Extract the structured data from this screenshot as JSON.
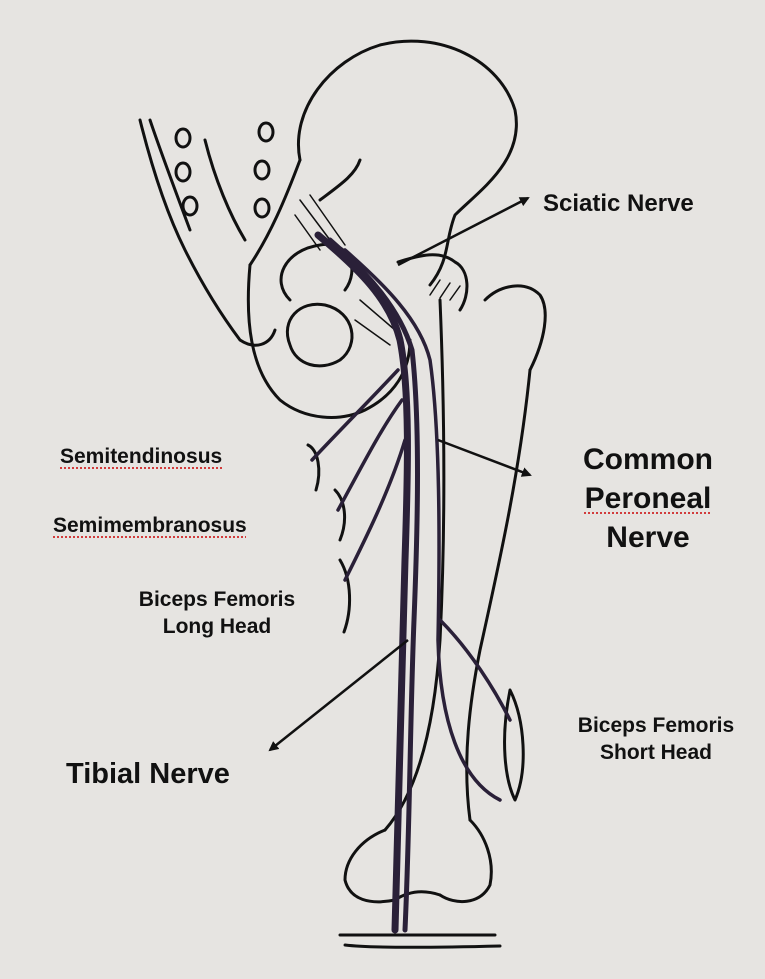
{
  "colors": {
    "paper": "#e6e4e1",
    "ink": "#111111",
    "nerve": "#2a2038",
    "spellcheck": "#d23c3c"
  },
  "labels": {
    "sciatic_nerve": "Sciatic Nerve",
    "common_peroneal": [
      "Common",
      "Peroneal",
      "Nerve"
    ],
    "semitendinosus": "Semitendinosus",
    "semimembranosus": "Semimembranosus",
    "biceps_long": [
      "Biceps Femoris",
      "Long Head"
    ],
    "tibial_nerve": "Tibial Nerve",
    "biceps_short": [
      "Biceps Femoris",
      "Short Head"
    ]
  }
}
